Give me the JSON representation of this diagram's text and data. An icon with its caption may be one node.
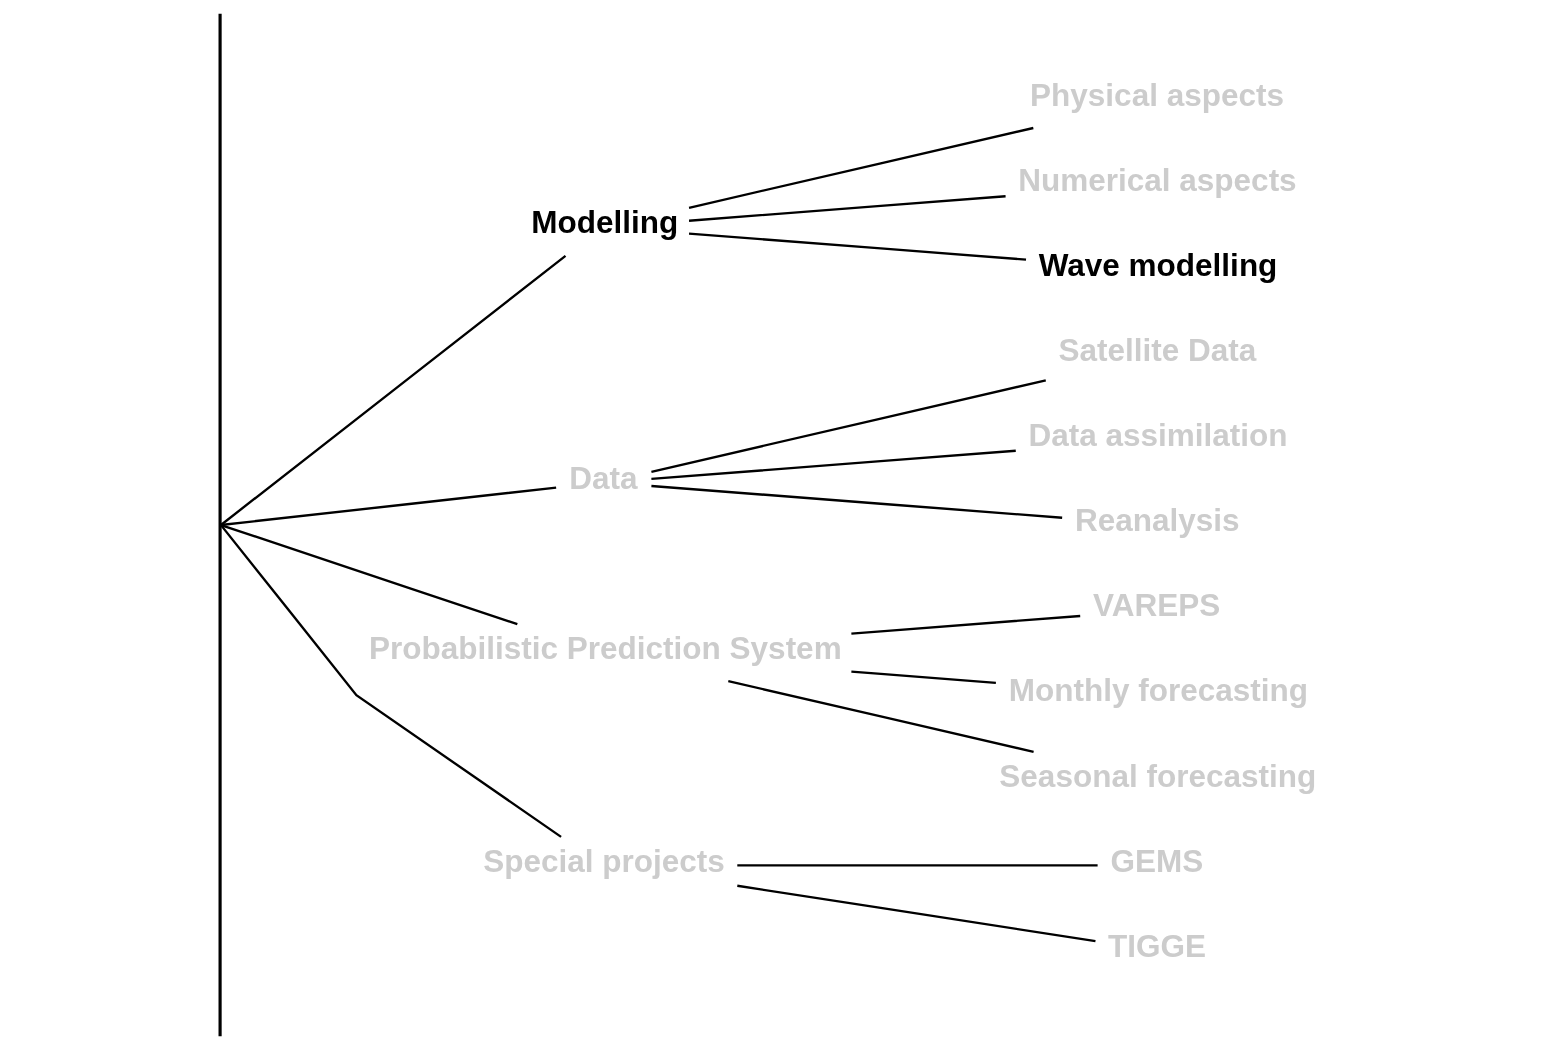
{
  "diagram": {
    "nodes": [
      {
        "text": [],
        "shape": "bar"
      },
      {
        "text": [
          "Modelling"
        ]
      },
      {
        "text": [
          "Physical aspects"
        ]
      },
      {
        "text": [
          "Numerical aspects"
        ]
      },
      {
        "text": [
          "Wave modelling"
        ]
      },
      {
        "text": [
          "Data"
        ]
      },
      {
        "text": [
          "Satellite Data"
        ]
      },
      {
        "text": [
          "Data assimilation"
        ]
      },
      {
        "text": [
          "Reanalysis"
        ]
      },
      {
        "text": [
          "Probabilistic Prediction System"
        ]
      },
      {
        "text": [
          "VAREPS"
        ]
      },
      {
        "text": [
          "Monthly forecasting"
        ]
      },
      {
        "text": [
          "Seasonal forecasting"
        ]
      },
      {
        "text": [
          "Special projects"
        ]
      },
      {
        "text": [
          "GEMS"
        ]
      },
      {
        "text": [
          "TIGGE"
        ]
      }
    ],
    "edges": [
      {
        "from": 0,
        "to": 1,
        "arrow": "none"
      },
      {
        "from": 1,
        "to": 2,
        "arrow": "none"
      },
      {
        "from": 1,
        "to": 3,
        "arrow": "none"
      },
      {
        "from": 1,
        "to": 4,
        "arrow": "none"
      },
      {
        "from": 0,
        "to": 5,
        "arrow": "none"
      },
      {
        "from": 5,
        "to": 6,
        "arrow": "none"
      },
      {
        "from": 5,
        "to": 7,
        "arrow": "none"
      },
      {
        "from": 5,
        "to": 8,
        "arrow": "none"
      },
      {
        "from": 0,
        "to": 9,
        "arrow": "none"
      },
      {
        "from": 9,
        "to": 10,
        "arrow": "none"
      },
      {
        "from": 9,
        "to": 11,
        "arrow": "none"
      },
      {
        "from": 9,
        "to": 12,
        "arrow": "none"
      },
      {
        "from": 0,
        "to": 13,
        "arrow": "none"
      },
      {
        "from": 13,
        "to": 14,
        "arrow": "none"
      },
      {
        "from": 13,
        "to": 15,
        "arrow": "none"
      }
    ]
  }
}
